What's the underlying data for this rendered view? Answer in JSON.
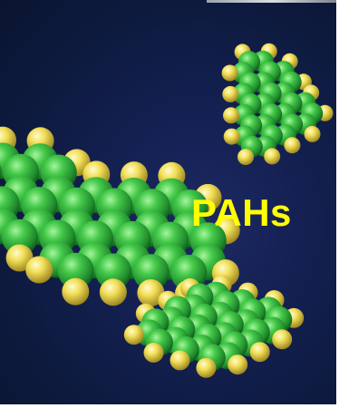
{
  "label": "PAHs",
  "colors": {
    "background": "#111d48",
    "carbon": "#3fbf45",
    "hydrogen": "#f2df58",
    "label": "#ffff00"
  },
  "molecules": [
    {
      "name": "large-polycyclic-molecule",
      "atoms": "carbon-and-hydrogen"
    },
    {
      "name": "upper-right-molecule",
      "atoms": "carbon-and-hydrogen"
    },
    {
      "name": "lower-molecule",
      "atoms": "carbon-and-hydrogen"
    }
  ]
}
